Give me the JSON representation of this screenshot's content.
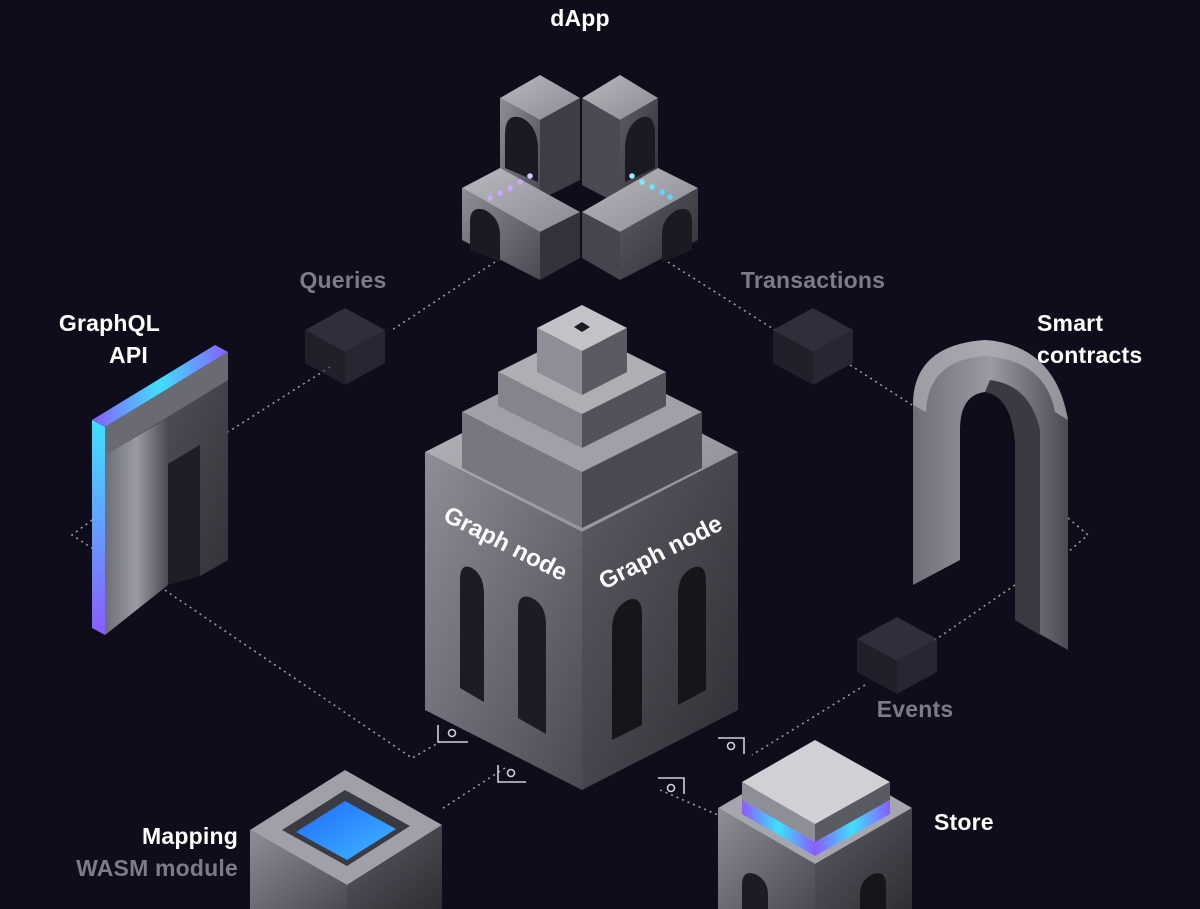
{
  "labels": {
    "dapp": "dApp",
    "queries": "Queries",
    "transactions": "Transactions",
    "graphql_line1": "GraphQL",
    "graphql_line2": "API",
    "smart_line1": "Smart",
    "smart_line2": "contracts",
    "events": "Events",
    "store": "Store",
    "mapping": "Mapping",
    "wasm": "WASM module",
    "graph_node_left": "Graph node",
    "graph_node_right": "Graph node"
  },
  "colors": {
    "background": "#0f0d1b",
    "label_primary": "#ffffff",
    "label_secondary": "#7c7b86",
    "accent_blue": "#2f8cff",
    "accent_cyan": "#3fe0ff",
    "accent_purple": "#8a5cff"
  }
}
